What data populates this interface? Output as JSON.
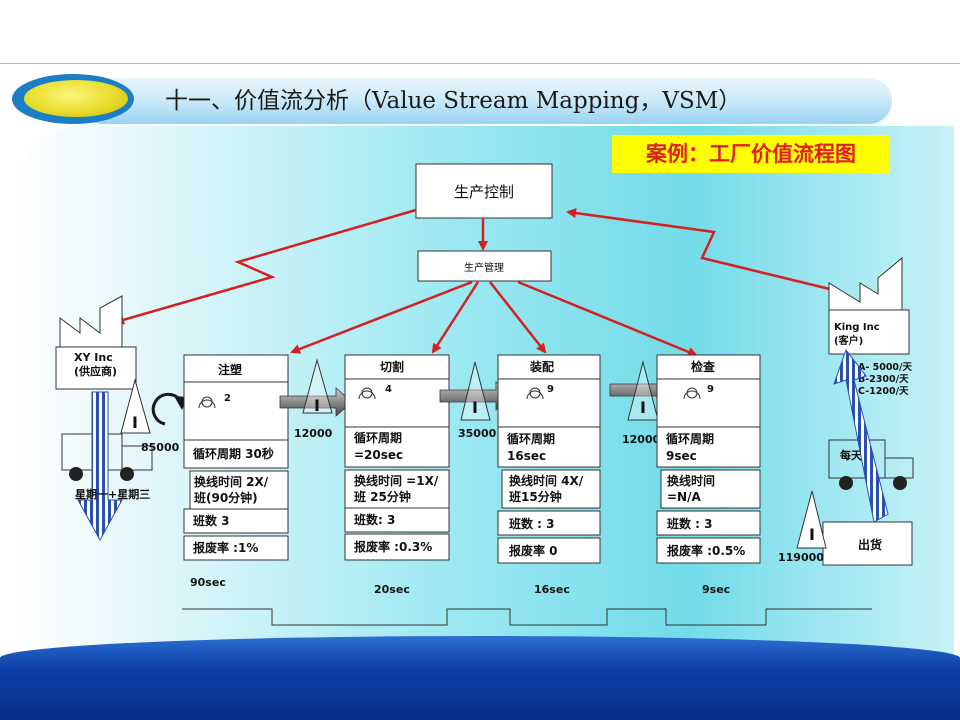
{
  "title": "十一、价值流分析（Value Stream Mapping，VSM）",
  "case_label": "案例：工厂价值流程图",
  "control": {
    "main": "生产控制",
    "sub": "生产管理"
  },
  "supplier": {
    "line1": "XY Inc",
    "line2": "(供应商)",
    "delivery": "星期一+星期三"
  },
  "customer": {
    "line1": "King Inc",
    "line2": "(客户)",
    "demand": [
      "A- 5000/天",
      "B-2300/天",
      "C-1200/天"
    ],
    "delivery": "每天",
    "ship": "出货"
  },
  "inventory": [
    "85000",
    "12000",
    "35000",
    "12000",
    "119000"
  ],
  "processes": [
    {
      "name": "注塑",
      "operators": "2",
      "cycle": [
        "循环周期 30秒"
      ],
      "changeover": [
        "换线时间 2X/",
        "班(90分钟)"
      ],
      "shifts": "班数  3",
      "scrap": "报废率 :1%",
      "time": "90sec"
    },
    {
      "name": "切割",
      "operators": "4",
      "cycle": [
        "循环周期",
        "=20sec"
      ],
      "changeover": [
        "换线时间 =1X/",
        "班 25分钟"
      ],
      "shifts": "班数: 3",
      "scrap": "报废率 :0.3%",
      "time": "20sec"
    },
    {
      "name": "装配",
      "operators": "9",
      "cycle": [
        "循环周期",
        "16sec"
      ],
      "changeover": [
        "换线时间 4X/",
        "班15分钟"
      ],
      "shifts": "班数 : 3",
      "scrap": "报废率 0",
      "time": "16sec"
    },
    {
      "name": "检查",
      "operators": "9",
      "cycle": [
        "循环周期",
        "9sec"
      ],
      "changeover": [
        "换线时间",
        "=N/A"
      ],
      "shifts": "班数 : 3",
      "scrap": "报废率 :0.5%",
      "time": "9sec"
    }
  ],
  "colors": {
    "arrow_red": "#d42020",
    "title_band": "#98d3f1",
    "bottom_band": "#0d3fa7",
    "case_bg": "#ffff00",
    "case_text": "#e02020"
  }
}
